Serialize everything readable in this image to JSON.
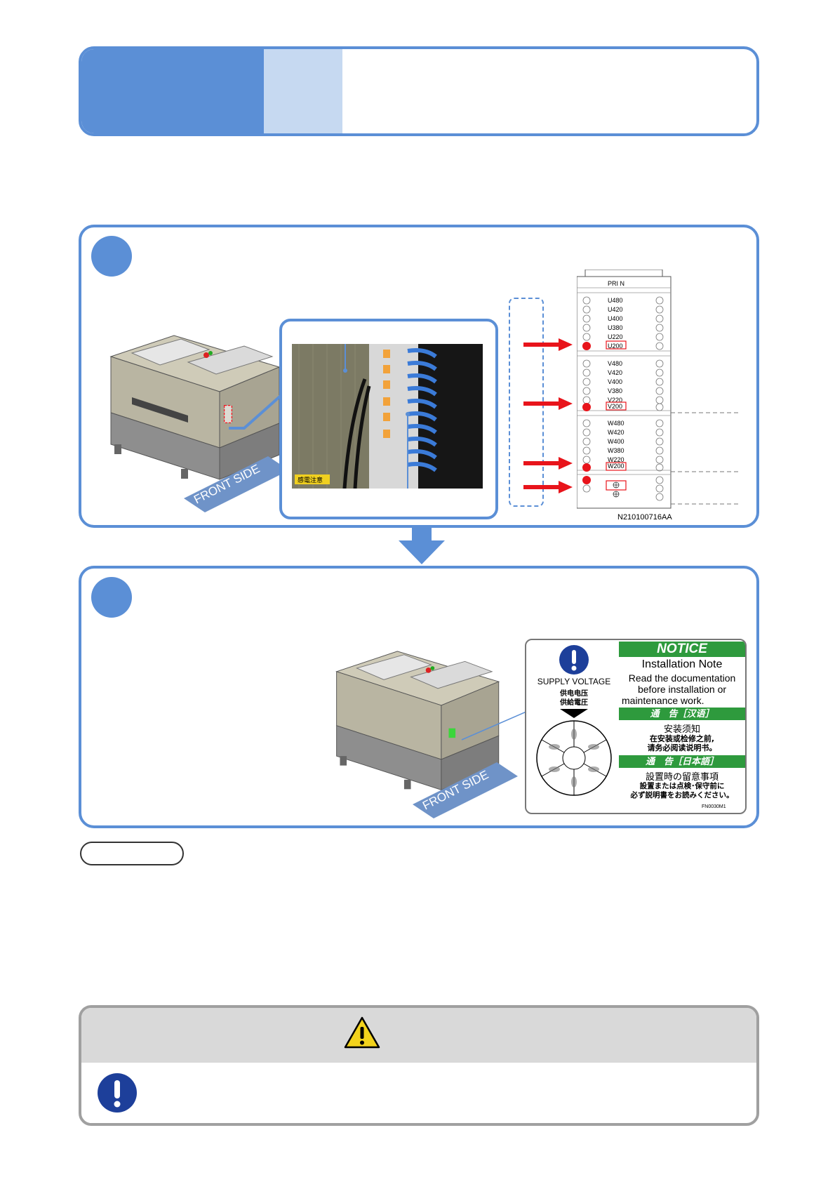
{
  "step1": {
    "photo": {
      "warning_sticker": "感電注意"
    },
    "terminal_block": {
      "header": "PRI N",
      "group_u": [
        "U480",
        "U420",
        "U400",
        "U380",
        "U220",
        "U200"
      ],
      "group_v": [
        "V480",
        "V420",
        "V400",
        "V380",
        "V220",
        "V200"
      ],
      "group_w": [
        "W480",
        "W420",
        "W400",
        "W380",
        "W220",
        "W200"
      ],
      "figure_code": "N210100716AA"
    },
    "machine_label": "FRONT SIDE"
  },
  "step2": {
    "machine_label": "FRONT SIDE",
    "notice_label": {
      "notice_title": "NOTICE",
      "install_note": "Installation Note",
      "en_lines": [
        "Read the documentation",
        "before installation or",
        "maintenance work."
      ],
      "supply_voltage": "SUPPLY VOLTAGE",
      "supply_cn": "供电电压",
      "supply_jp": "供給電圧",
      "cn_title": "通　告［汉语］",
      "cn_heading": "安装须知",
      "cn_lines": [
        "在安装或检修之前,",
        "请务必阅读说明书。"
      ],
      "jp_title": "通　告［日本語］",
      "jp_heading": "設置時の留意事項",
      "jp_lines": [
        "設置または点検･保守前に",
        "必ず説明書をお読みください。"
      ],
      "label_code": "FN0030M1"
    }
  },
  "colors": {
    "accent": "#5b8fd6",
    "accent_light": "#c6d9f1",
    "arrow_red": "#e8141b",
    "notice_green": "#2e9a3d"
  },
  "icons": {
    "caution": "warning-triangle-icon",
    "mandatory": "exclamation-circle-icon"
  }
}
